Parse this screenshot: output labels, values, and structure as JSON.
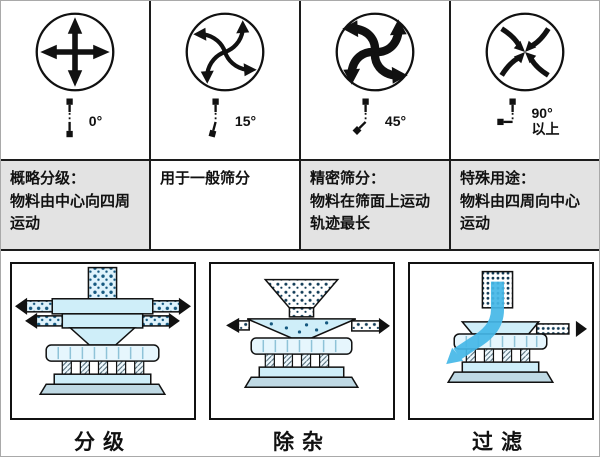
{
  "table": {
    "columns": [
      {
        "icon": "cross-arrows-icon",
        "angle": "0°",
        "angle_note": "",
        "title": "概略分级：",
        "desc": "物料由中心向四周运动"
      },
      {
        "icon": "pinwheel-arrows-icon",
        "angle": "15°",
        "angle_note": "",
        "title": "",
        "desc": "用于一般筛分"
      },
      {
        "icon": "spiral-arrows-icon",
        "angle": "45°",
        "angle_note": "",
        "title": "精密筛分：",
        "desc": "物料在筛面上运动轨迹最长"
      },
      {
        "icon": "inward-arrows-icon",
        "angle": "90°",
        "angle_note": "以上",
        "title": "特殊用途：",
        "desc": "物料由四周向中心运动"
      }
    ]
  },
  "panels": [
    {
      "name": "grading",
      "label": "分级"
    },
    {
      "name": "impurity-removal",
      "label": "除杂"
    },
    {
      "name": "filtration",
      "label": "过滤"
    }
  ],
  "colors": {
    "machine_fill": "#cfeef9",
    "machine_fill_light": "#e6f6fd",
    "material_dot": "#15587f",
    "flow_arrow_blue": "#45b8e8",
    "line": "#111111",
    "cell_gray": "#e3e3e3"
  }
}
